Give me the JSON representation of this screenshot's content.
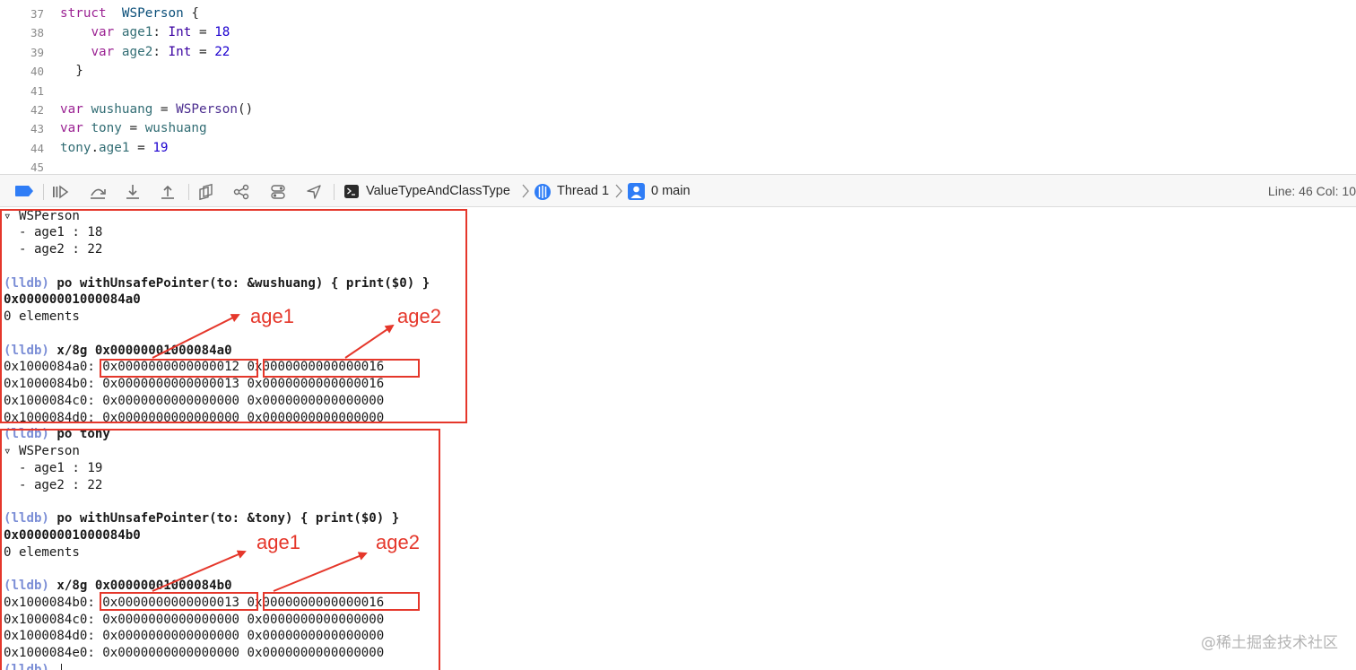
{
  "editor": {
    "lines": [
      {
        "num": "37",
        "indent": "",
        "tokens": [
          [
            "kw",
            "struct"
          ],
          [
            "",
            "  "
          ],
          [
            "ty",
            "WSPerson"
          ],
          [
            "",
            " {"
          ]
        ]
      },
      {
        "num": "38",
        "indent": "",
        "tokens": [
          [
            "",
            "    "
          ],
          [
            "kw",
            "var"
          ],
          [
            "",
            " "
          ],
          [
            "id",
            "age1"
          ],
          [
            "",
            ": "
          ],
          [
            "tp",
            "Int"
          ],
          [
            "",
            " = "
          ],
          [
            "nm",
            "18"
          ]
        ]
      },
      {
        "num": "39",
        "indent": "",
        "tokens": [
          [
            "",
            "    "
          ],
          [
            "kw",
            "var"
          ],
          [
            "",
            " "
          ],
          [
            "id",
            "age2"
          ],
          [
            "",
            ": "
          ],
          [
            "tp",
            "Int"
          ],
          [
            "",
            " = "
          ],
          [
            "nm",
            "22"
          ]
        ]
      },
      {
        "num": "40",
        "indent": "",
        "tokens": [
          [
            "",
            "  }"
          ]
        ]
      },
      {
        "num": "41",
        "indent": "",
        "tokens": []
      },
      {
        "num": "42",
        "indent": "",
        "tokens": [
          [
            "kw",
            "var"
          ],
          [
            "",
            " "
          ],
          [
            "id",
            "wushuang"
          ],
          [
            "",
            " = "
          ],
          [
            "fn",
            "WSPerson"
          ],
          [
            "",
            "()"
          ]
        ]
      },
      {
        "num": "43",
        "indent": "",
        "tokens": [
          [
            "kw",
            "var"
          ],
          [
            "",
            " "
          ],
          [
            "id",
            "tony"
          ],
          [
            "",
            " = "
          ],
          [
            "id",
            "wushuang"
          ]
        ]
      },
      {
        "num": "44",
        "indent": "",
        "tokens": [
          [
            "id",
            "tony"
          ],
          [
            "",
            "."
          ],
          [
            "id",
            "age1"
          ],
          [
            "",
            " = "
          ],
          [
            "nm",
            "19"
          ]
        ]
      },
      {
        "num": "45",
        "indent": "",
        "tokens": []
      }
    ]
  },
  "debugbar": {
    "scheme": "ValueTypeAndClassType",
    "thread": "Thread 1",
    "frame": "0 main",
    "line_col": "Line: 46  Col: 10"
  },
  "console": {
    "lines": [
      {
        "text": "▿ WSPerson",
        "bold": false
      },
      {
        "text": "  - age1 : 18",
        "bold": false
      },
      {
        "text": "  - age2 : 22",
        "bold": false
      },
      {
        "text": "",
        "bold": false
      },
      {
        "prompt": "(lldb)",
        "text": " po withUnsafePointer(to: &wushuang) { print($0) }",
        "bold": true
      },
      {
        "text": "0x00000001000084a0",
        "bold": true
      },
      {
        "text": "0 elements",
        "bold": false
      },
      {
        "text": "",
        "bold": false
      },
      {
        "prompt": "(lldb)",
        "text": " x/8g 0x00000001000084a0",
        "bold": true
      },
      {
        "text": "0x1000084a0: 0x0000000000000012 0x0000000000000016",
        "bold": false
      },
      {
        "text": "0x1000084b0: 0x0000000000000013 0x0000000000000016",
        "bold": false
      },
      {
        "text": "0x1000084c0: 0x0000000000000000 0x0000000000000000",
        "bold": false
      },
      {
        "text": "0x1000084d0: 0x0000000000000000 0x0000000000000000",
        "bold": false
      },
      {
        "prompt": "(lldb)",
        "text": " po tony",
        "bold": true
      },
      {
        "text": "▿ WSPerson",
        "bold": false
      },
      {
        "text": "  - age1 : 19",
        "bold": false
      },
      {
        "text": "  - age2 : 22",
        "bold": false
      },
      {
        "text": "",
        "bold": false
      },
      {
        "prompt": "(lldb)",
        "text": " po withUnsafePointer(to: &tony) { print($0) }",
        "bold": true
      },
      {
        "text": "0x00000001000084b0",
        "bold": true
      },
      {
        "text": "0 elements",
        "bold": false
      },
      {
        "text": "",
        "bold": false
      },
      {
        "prompt": "(lldb)",
        "text": " x/8g 0x00000001000084b0",
        "bold": true
      },
      {
        "text": "0x1000084b0: 0x0000000000000013 0x0000000000000016",
        "bold": false
      },
      {
        "text": "0x1000084c0: 0x0000000000000000 0x0000000000000000",
        "bold": false
      },
      {
        "text": "0x1000084d0: 0x0000000000000000 0x0000000000000000",
        "bold": false
      },
      {
        "text": "0x1000084e0: 0x0000000000000000 0x0000000000000000",
        "bold": false
      },
      {
        "prompt": "(lldb)",
        "text": " ",
        "bold": true
      }
    ]
  },
  "annotations": {
    "label_age1": "age1",
    "label_age2": "age2",
    "color": "#e5372b"
  },
  "watermark": "@稀土掘金技术社区",
  "colors": {
    "keyword": "#9b2393",
    "type": "#0b4f79",
    "number": "#1c00cf",
    "identifier": "#326d74",
    "prompt": "#7b8ed6",
    "accent": "#2f7df6"
  }
}
